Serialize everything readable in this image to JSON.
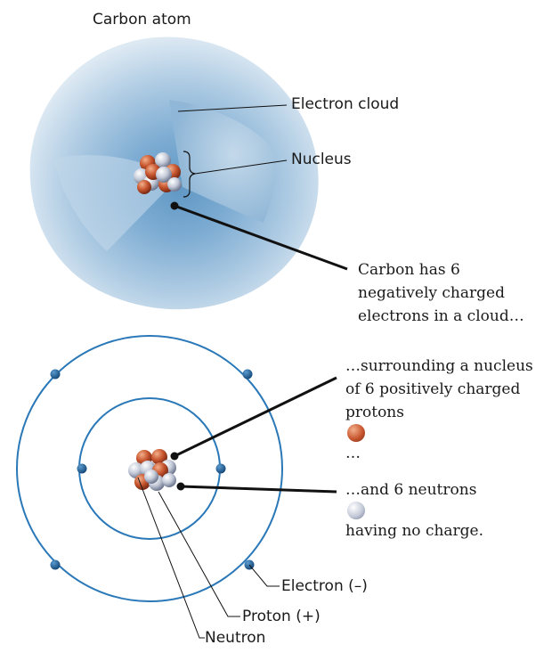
{
  "title": "Carbon atom",
  "labels": {
    "electron_cloud": "Electron cloud",
    "nucleus": "Nucleus",
    "electron": "Electron (–)",
    "proton": "Proton (+)",
    "neutron": "Neutron"
  },
  "notes": {
    "electrons": [
      "Carbon has 6",
      "negatively charged",
      "electrons in a cloud…"
    ],
    "protons": [
      "…surrounding a nucleus",
      "of 6 positively charged",
      "protons",
      "…"
    ],
    "neutrons": [
      "…and 6  neutrons",
      "having no charge."
    ]
  },
  "colors": {
    "cloud": "#8fb6d6",
    "orbit": "#2a78b8",
    "electron": "#1f5f99",
    "proton": "#c8562f",
    "neutron": "#c4cad8",
    "leader": "#111111"
  }
}
